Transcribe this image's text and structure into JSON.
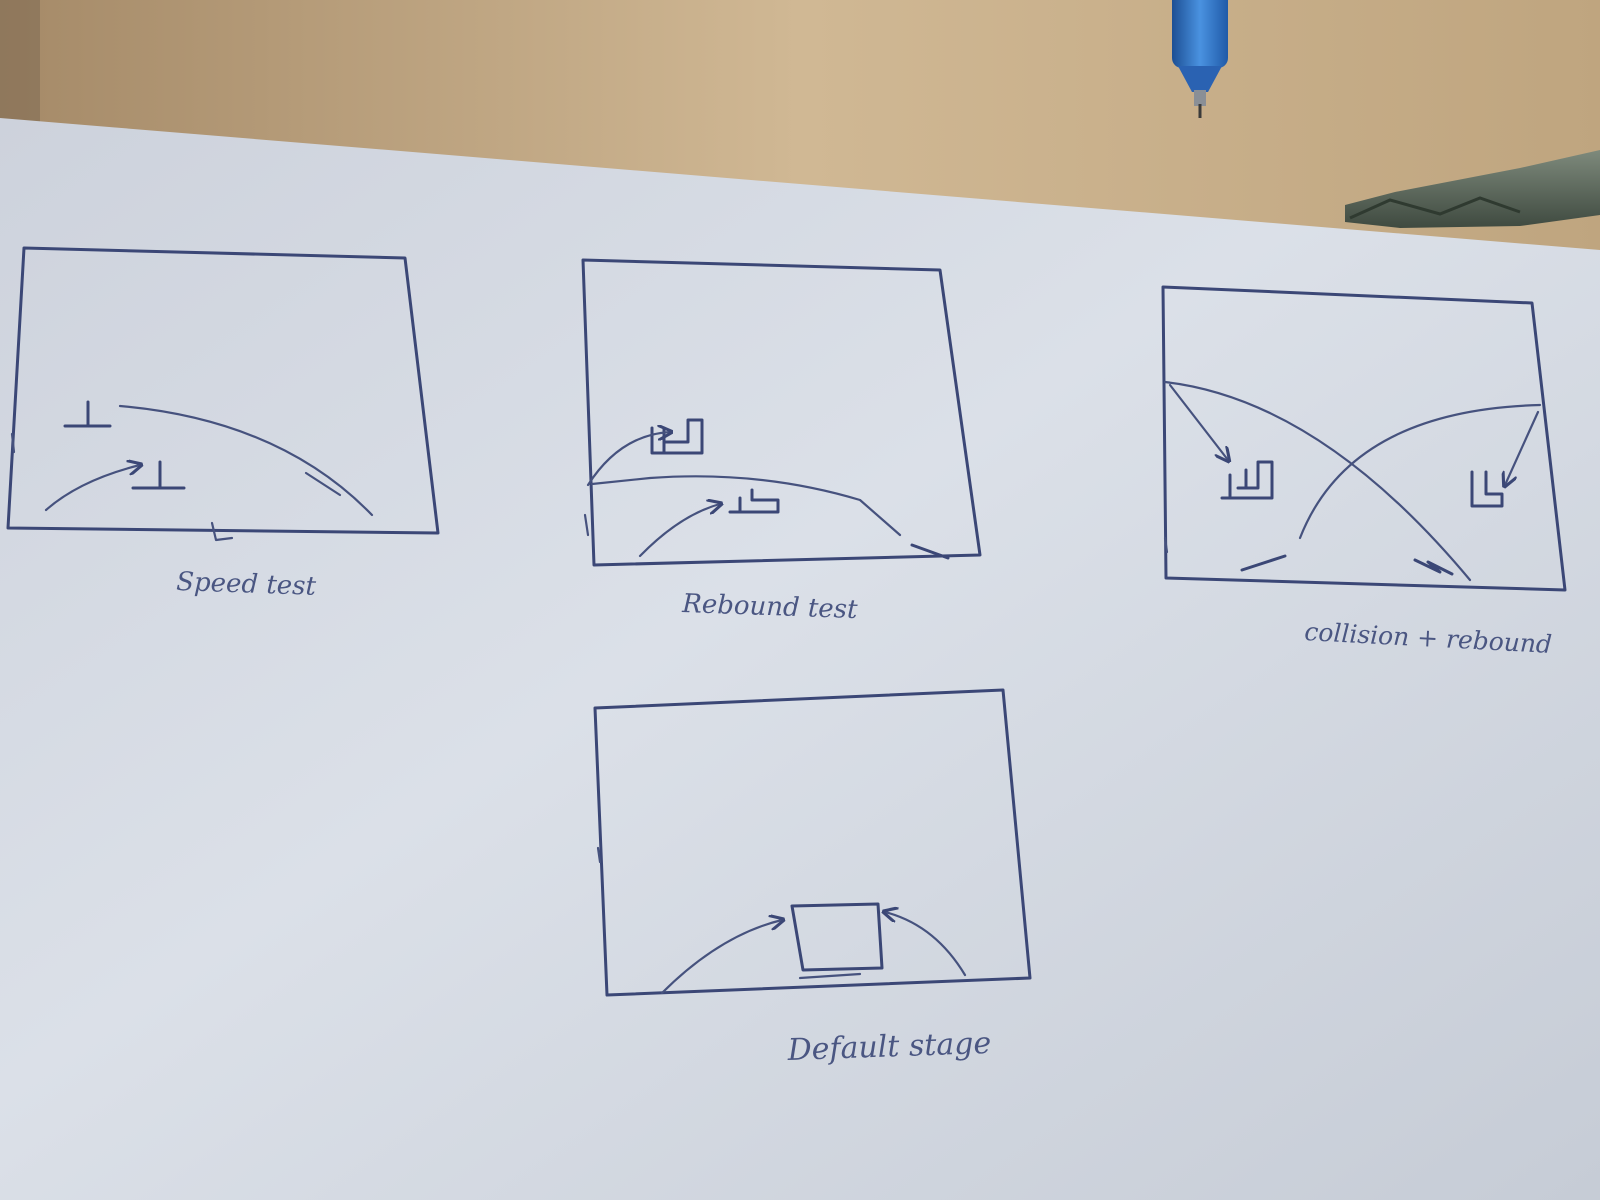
{
  "sketch": {
    "panels": [
      {
        "id": "speed",
        "caption": "Speed test"
      },
      {
        "id": "rebound",
        "caption": "Rebound test"
      },
      {
        "id": "collision",
        "caption": "collision + rebound"
      },
      {
        "id": "default",
        "caption": "Default stage"
      }
    ]
  },
  "objects": {
    "pen": "blue-ballpoint-pen",
    "key": "metal-key"
  },
  "colors": {
    "table": "#c9b08c",
    "paper": "#d6dbe4",
    "ink": "#3b4776",
    "pen_body": "#2e72c4"
  }
}
